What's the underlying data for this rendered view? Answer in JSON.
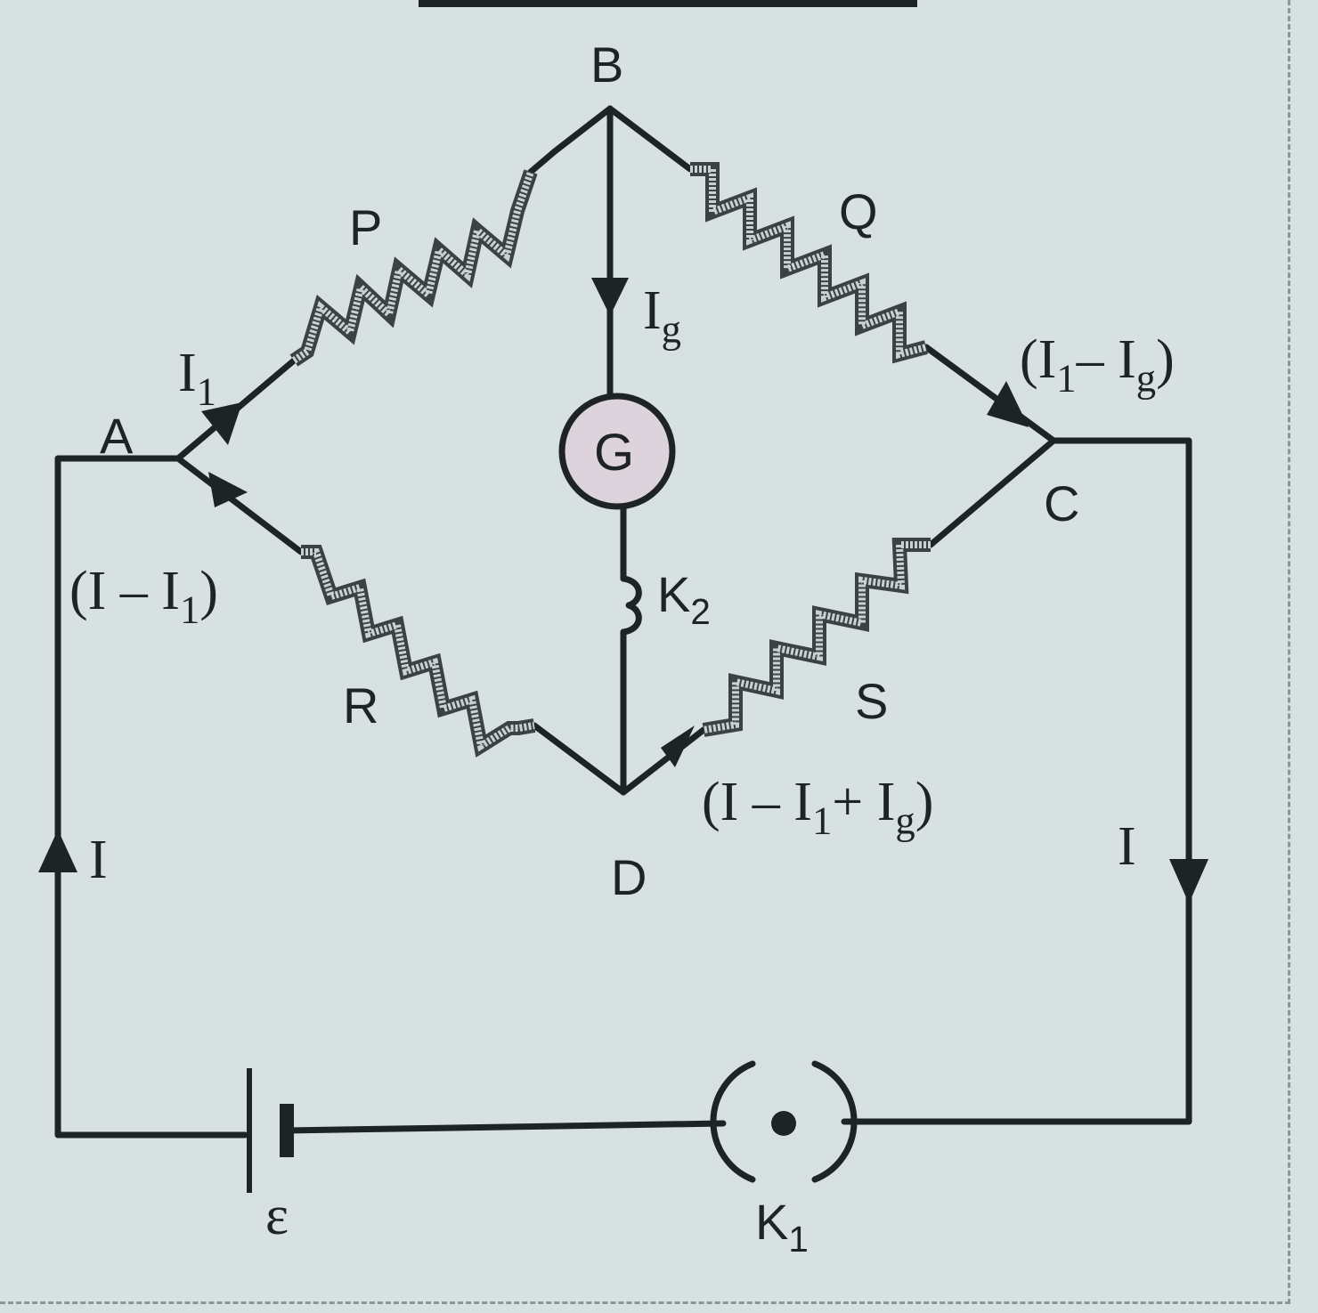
{
  "nodes": {
    "A": "A",
    "B": "B",
    "C": "C",
    "D": "D"
  },
  "resistors": {
    "P": "P",
    "Q": "Q",
    "R": "R",
    "S": "S"
  },
  "galvanometer": "G",
  "keys": {
    "k2": {
      "base": "K",
      "sub": "2"
    },
    "k1": {
      "base": "K",
      "sub": "1"
    }
  },
  "battery": "ε",
  "currents": {
    "i1": {
      "base": "I",
      "sub": "1"
    },
    "ig": {
      "base": "I",
      "sub": "g"
    },
    "i_minus_i1": {
      "pre": "(I – I",
      "sub": "1",
      "post": ")"
    },
    "i1_minus_ig": {
      "pre": "(I",
      "sub1": "1",
      "mid": "– I",
      "sub2": "g",
      "post": ")"
    },
    "i_minus_i1_plus_ig": {
      "pre": "(I – I",
      "sub1": "1",
      "mid": "+ I",
      "sub2": "g",
      "post": ")"
    },
    "i_left": "I",
    "i_right": "I"
  },
  "colors": {
    "ink": "#1e2324",
    "paper": "#d7e1e2",
    "galvanometer_fill": "#dcd3dc"
  }
}
